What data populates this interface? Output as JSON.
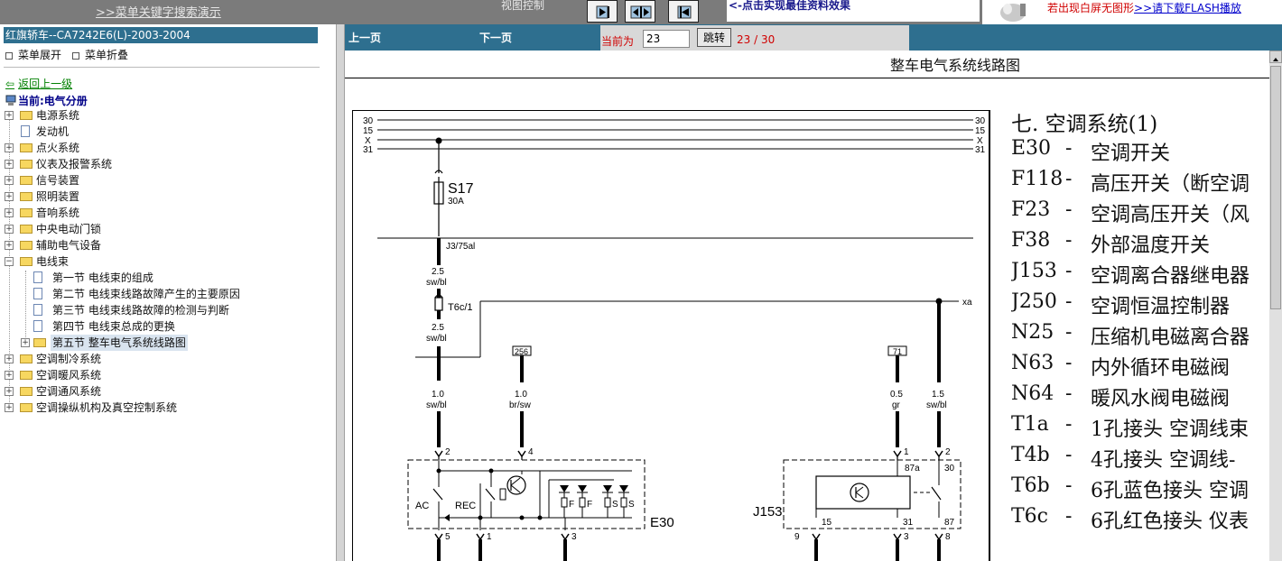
{
  "top": {
    "search_demo": ">>菜单关键字搜索演示",
    "view_control": "视图控制",
    "click_tip": "<-点击实现最佳资料效果",
    "flash_tip_red": "若出现白屏无图形",
    "flash_tip_link": ">>请下载FLASH播放"
  },
  "sidebar": {
    "title": "红旗轿车--CA7242E6(L)-2003-2004",
    "expand": "菜单展开",
    "collapse": "菜单折叠",
    "back": "返回上一级",
    "current": "当前:电气分册",
    "items": [
      "电源系统",
      "发动机",
      "点火系统",
      "仪表及报警系统",
      "信号装置",
      "照明装置",
      "音响系统",
      "中央电动门锁",
      "辅助电气设备",
      "电线束",
      "第一节  电线束的组成",
      "第二节  电线束线路故障产生的主要原因",
      "第三节  电线束线路故障的检测与判断",
      "第四节  电线束总成的更换",
      "第五节  整车电气系统线路图",
      "空调制冷系统",
      "空调暖风系统",
      "空调通风系统",
      "空调操纵机构及真空控制系统"
    ]
  },
  "nav": {
    "prev": "上一页",
    "next": "下一页",
    "current_label": "当前为",
    "page_value": "23",
    "jump": "跳转",
    "count": "23 / 30"
  },
  "doc": {
    "title": "整车电气系统线路图"
  },
  "legend": {
    "title": "七. 空调系统(1)",
    "rows": [
      {
        "code": "E30",
        "dash": "-",
        "desc": "空调开关"
      },
      {
        "code": "F118",
        "dash": "-",
        "desc": "高压开关（断空调"
      },
      {
        "code": "F23",
        "dash": "-",
        "desc": "空调高压开关（风"
      },
      {
        "code": "F38",
        "dash": "-",
        "desc": "外部温度开关"
      },
      {
        "code": "J153",
        "dash": "-",
        "desc": "空调离合器继电器"
      },
      {
        "code": "J250",
        "dash": "-",
        "desc": "空调恒温控制器"
      },
      {
        "code": "N25",
        "dash": "-",
        "desc": "压缩机电磁离合器"
      },
      {
        "code": "N63",
        "dash": "-",
        "desc": "内外循环电磁阀"
      },
      {
        "code": "N64",
        "dash": "-",
        "desc": "暖风水阀电磁阀"
      },
      {
        "code": "T1a",
        "dash": "-",
        "desc": "1孔接头 空调线束"
      },
      {
        "code": "T4b",
        "dash": "-",
        "desc": "4孔接头 空调线-"
      },
      {
        "code": "T6b",
        "dash": "-",
        "desc": "6孔蓝色接头 空调"
      },
      {
        "code": "T6c",
        "dash": "-",
        "desc": "6孔红色接头 仪表"
      }
    ]
  },
  "diagram": {
    "rails": [
      "30",
      "15",
      "X",
      "31"
    ],
    "fuse_name": "S17",
    "fuse_rating": "30A",
    "connector_j3": "J3/75al",
    "wire_a_size": "2.5",
    "wire_a_color": "sw/bl",
    "connector_t6c": "T6c/1",
    "wire_b_size": "2.5",
    "wire_b_color": "sw/bl",
    "xa": "xa",
    "ref_256": "256",
    "ref_71": "71",
    "w1_size": "1.0",
    "w1_color": "sw/bl",
    "w2_size": "1.0",
    "w2_color": "br/sw",
    "w3_size": "0.5",
    "w3_color": "gr",
    "w4_size": "1.5",
    "w4_color": "sw/bl",
    "pin_e2": "2",
    "pin_e4": "4",
    "pin_j1": "1",
    "pin_j2": "2",
    "e30_label": "E30",
    "ac": "AC",
    "rec": "REC",
    "f1": "F",
    "f2": "F",
    "s1": "S",
    "s2": "S",
    "e_pin5": "5",
    "e_pin1": "1",
    "e_pin3": "3",
    "j153_label": "J153",
    "p87a": "87a",
    "p30": "30",
    "p15": "15",
    "p31": "31",
    "p87": "87",
    "j_pin9": "9",
    "j_pin3": "3",
    "j_pin8": "8"
  }
}
